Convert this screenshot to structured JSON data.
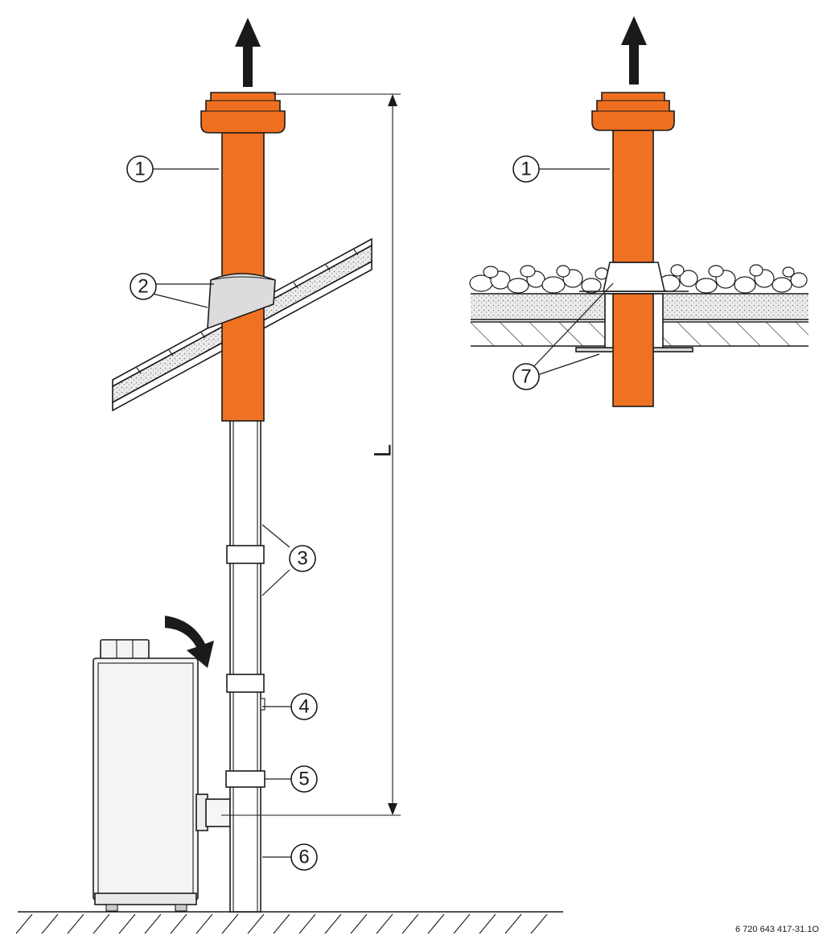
{
  "colors": {
    "pipe_orange": "#ef7222",
    "cap_orange": "#ee6f1f",
    "outline": "#1a1a1a",
    "insulation": "#e6e6e6",
    "boiler_fill": "#f4f4f4",
    "flashing": "#dcdcdc"
  },
  "callouts": {
    "c1a": "1",
    "c1b": "1",
    "c2": "2",
    "c3": "3",
    "c4": "4",
    "c5": "5",
    "c6": "6",
    "c7": "7"
  },
  "dimension": {
    "label": "L"
  },
  "reference": "6 720 643 417-31.1O",
  "icons": [
    "flow-up-arrow-icon",
    "curved-arrow-icon"
  ]
}
